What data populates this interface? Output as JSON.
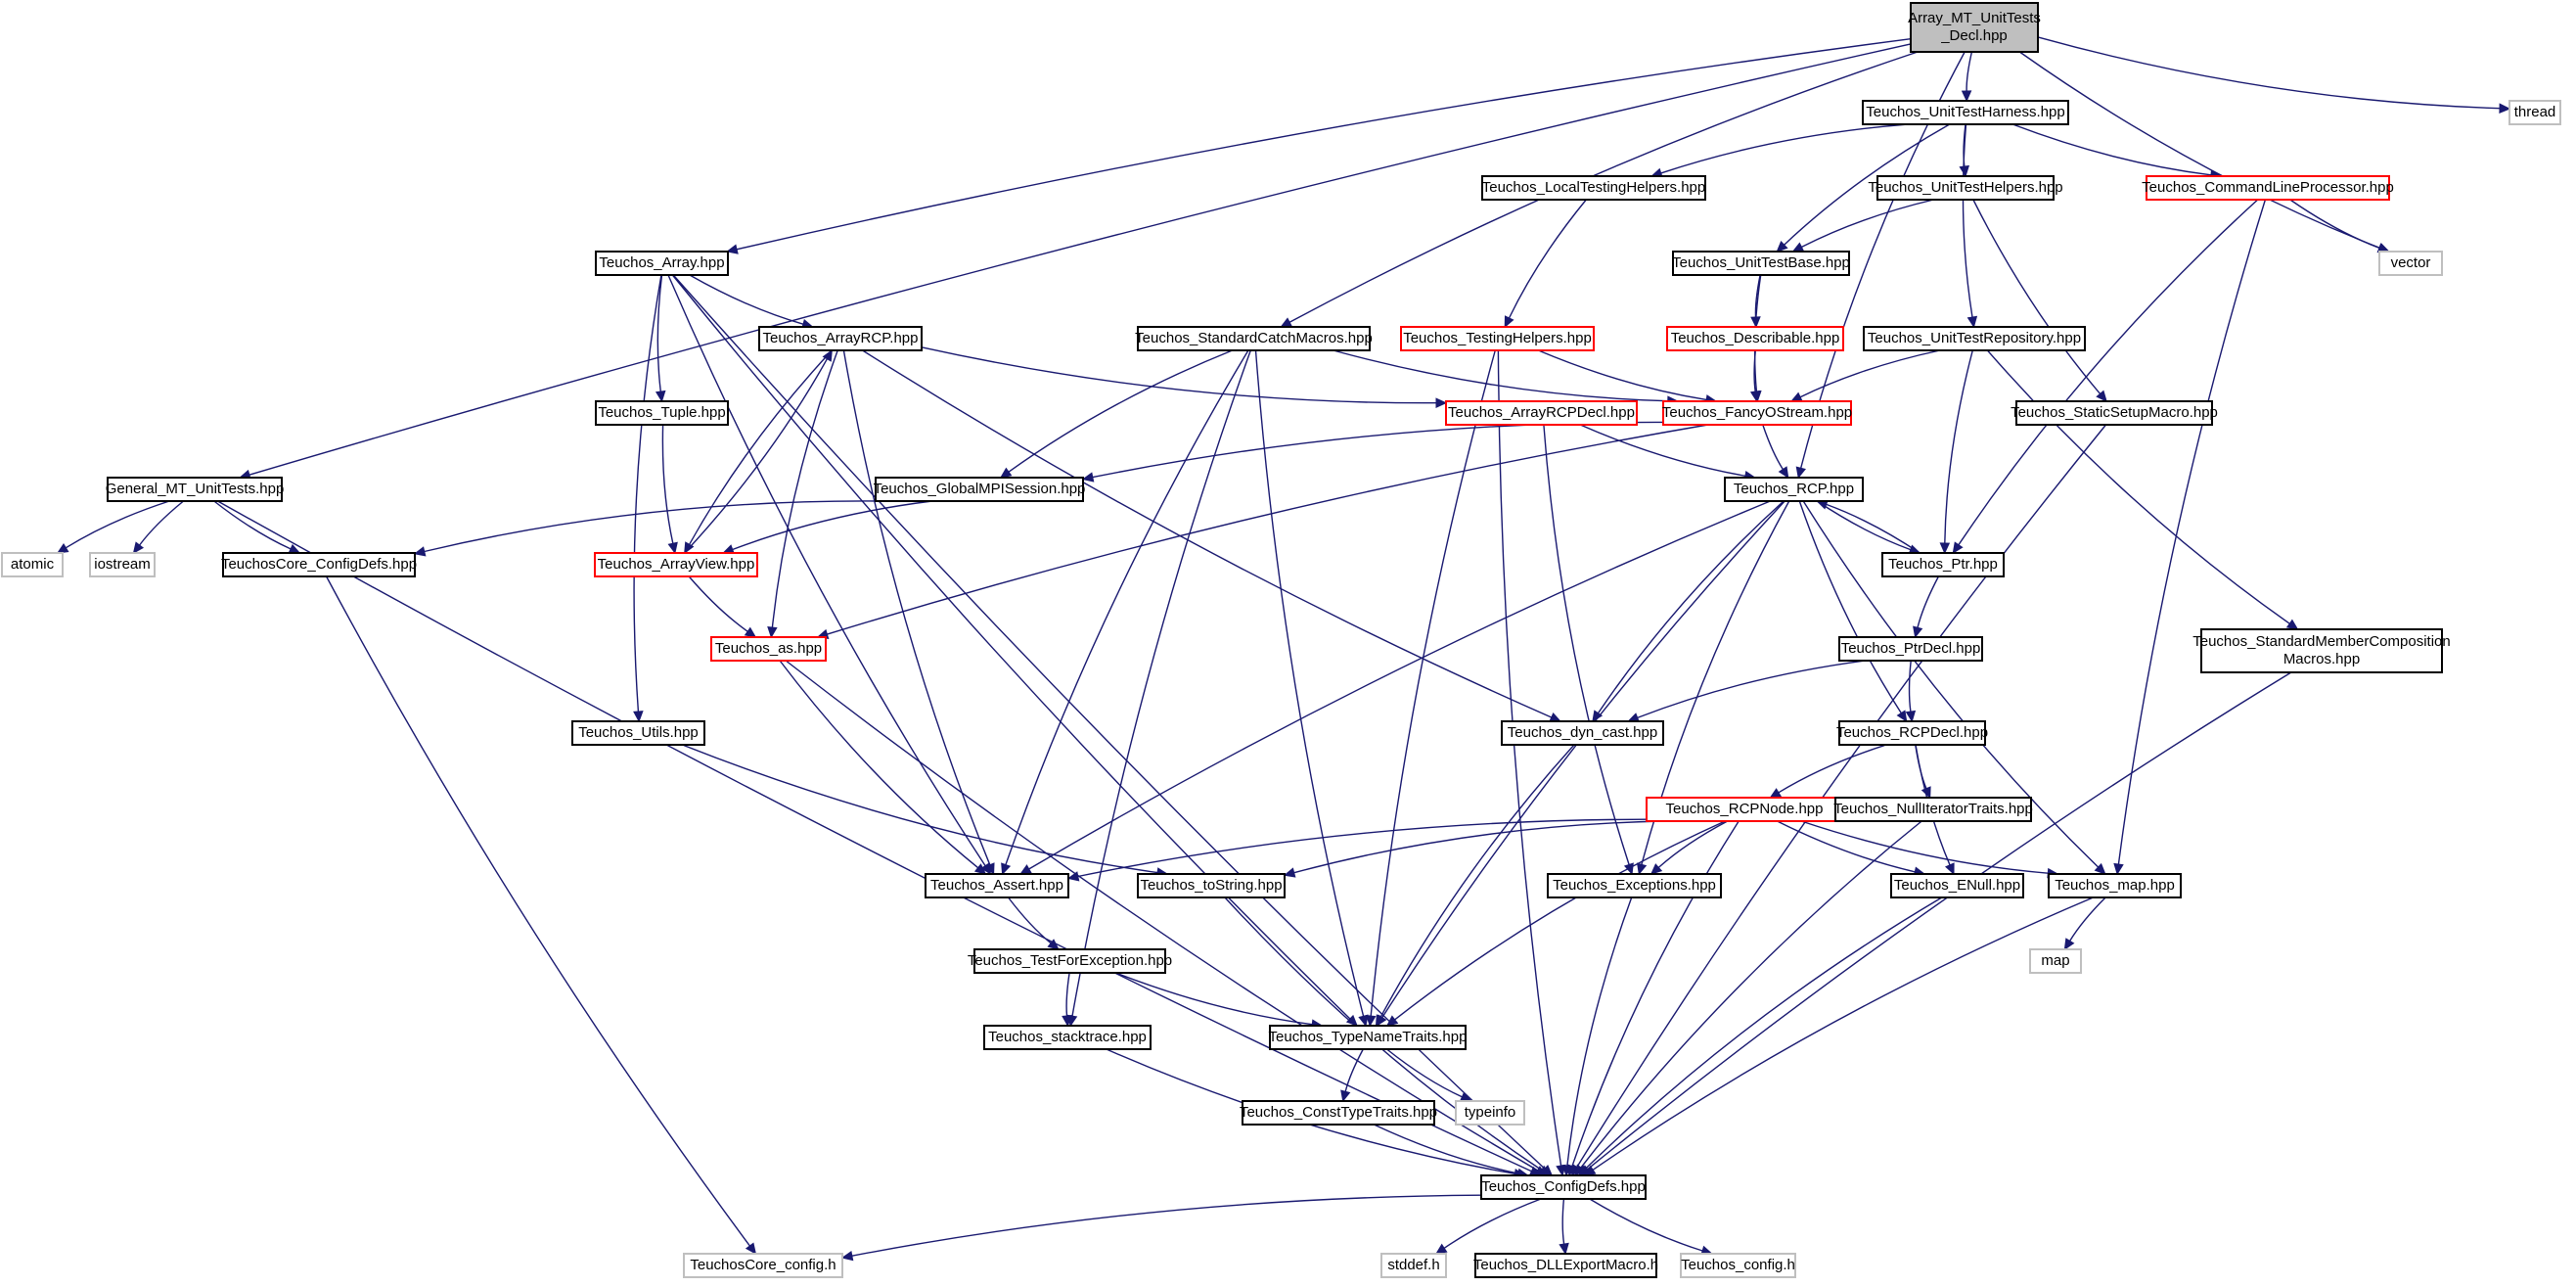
{
  "colors": {
    "edge": "#191970",
    "border_normal": "#000000",
    "border_incomplete": "#ff0000",
    "border_system": "#bfbfbf",
    "fill_root": "#bfbfbf",
    "fill_normal": "#ffffff"
  },
  "nodes": [
    {
      "id": "root",
      "lines": [
        "Array_MT_UnitTests",
        "_Decl.hpp"
      ],
      "style": "root"
    },
    {
      "id": "harness",
      "lines": [
        "Teuchos_UnitTestHarness.hpp"
      ],
      "style": "normal"
    },
    {
      "id": "thread",
      "lines": [
        "thread"
      ],
      "style": "system"
    },
    {
      "id": "localtesting",
      "lines": [
        "Teuchos_LocalTestingHelpers.hpp"
      ],
      "style": "normal"
    },
    {
      "id": "unittesthelpers",
      "lines": [
        "Teuchos_UnitTestHelpers.hpp"
      ],
      "style": "normal"
    },
    {
      "id": "cmdline",
      "lines": [
        "Teuchos_CommandLineProcessor.hpp"
      ],
      "style": "incomplete"
    },
    {
      "id": "vector",
      "lines": [
        "vector"
      ],
      "style": "system"
    },
    {
      "id": "array",
      "lines": [
        "Teuchos_Array.hpp"
      ],
      "style": "normal"
    },
    {
      "id": "unittestbase",
      "lines": [
        "Teuchos_UnitTestBase.hpp"
      ],
      "style": "normal"
    },
    {
      "id": "arrayrcp",
      "lines": [
        "Teuchos_ArrayRCP.hpp"
      ],
      "style": "normal"
    },
    {
      "id": "stdcatch",
      "lines": [
        "Teuchos_StandardCatchMacros.hpp"
      ],
      "style": "normal"
    },
    {
      "id": "testinghelpers",
      "lines": [
        "Teuchos_TestingHelpers.hpp"
      ],
      "style": "incomplete"
    },
    {
      "id": "describable",
      "lines": [
        "Teuchos_Describable.hpp"
      ],
      "style": "incomplete"
    },
    {
      "id": "repository",
      "lines": [
        "Teuchos_UnitTestRepository.hpp"
      ],
      "style": "normal"
    },
    {
      "id": "tuple",
      "lines": [
        "Teuchos_Tuple.hpp"
      ],
      "style": "normal"
    },
    {
      "id": "arrayrcpdecl",
      "lines": [
        "Teuchos_ArrayRCPDecl.hpp"
      ],
      "style": "incomplete"
    },
    {
      "id": "fancy",
      "lines": [
        "Teuchos_FancyOStream.hpp"
      ],
      "style": "incomplete"
    },
    {
      "id": "staticsetup",
      "lines": [
        "Teuchos_StaticSetupMacro.hpp"
      ],
      "style": "normal"
    },
    {
      "id": "general",
      "lines": [
        "General_MT_UnitTests.hpp"
      ],
      "style": "normal"
    },
    {
      "id": "globalmpi",
      "lines": [
        "Teuchos_GlobalMPISession.hpp"
      ],
      "style": "normal"
    },
    {
      "id": "rcp",
      "lines": [
        "Teuchos_RCP.hpp"
      ],
      "style": "normal"
    },
    {
      "id": "atomic",
      "lines": [
        "atomic"
      ],
      "style": "system"
    },
    {
      "id": "iostream",
      "lines": [
        "iostream"
      ],
      "style": "system"
    },
    {
      "id": "coreconfigdefs",
      "lines": [
        "TeuchosCore_ConfigDefs.hpp"
      ],
      "style": "normal"
    },
    {
      "id": "arrayview",
      "lines": [
        "Teuchos_ArrayView.hpp"
      ],
      "style": "incomplete"
    },
    {
      "id": "ptr",
      "lines": [
        "Teuchos_Ptr.hpp"
      ],
      "style": "normal"
    },
    {
      "id": "stdmember",
      "lines": [
        "Teuchos_StandardMemberComposition",
        "Macros.hpp"
      ],
      "style": "normal"
    },
    {
      "id": "as",
      "lines": [
        "Teuchos_as.hpp"
      ],
      "style": "incomplete"
    },
    {
      "id": "ptrdecl",
      "lines": [
        "Teuchos_PtrDecl.hpp"
      ],
      "style": "normal"
    },
    {
      "id": "utils",
      "lines": [
        "Teuchos_Utils.hpp"
      ],
      "style": "normal"
    },
    {
      "id": "dyncast",
      "lines": [
        "Teuchos_dyn_cast.hpp"
      ],
      "style": "normal"
    },
    {
      "id": "rcpdecl",
      "lines": [
        "Teuchos_RCPDecl.hpp"
      ],
      "style": "normal"
    },
    {
      "id": "rcpnode",
      "lines": [
        "Teuchos_RCPNode.hpp"
      ],
      "style": "incomplete"
    },
    {
      "id": "nulliter",
      "lines": [
        "Teuchos_NullIteratorTraits.hpp"
      ],
      "style": "normal"
    },
    {
      "id": "assert",
      "lines": [
        "Teuchos_Assert.hpp"
      ],
      "style": "normal"
    },
    {
      "id": "tostring",
      "lines": [
        "Teuchos_toString.hpp"
      ],
      "style": "normal"
    },
    {
      "id": "exceptions",
      "lines": [
        "Teuchos_Exceptions.hpp"
      ],
      "style": "normal"
    },
    {
      "id": "enull",
      "lines": [
        "Teuchos_ENull.hpp"
      ],
      "style": "normal"
    },
    {
      "id": "map",
      "lines": [
        "Teuchos_map.hpp"
      ],
      "style": "normal"
    },
    {
      "id": "testforexc",
      "lines": [
        "Teuchos_TestForException.hpp"
      ],
      "style": "normal"
    },
    {
      "id": "mapsys",
      "lines": [
        "map"
      ],
      "style": "system"
    },
    {
      "id": "stacktrace",
      "lines": [
        "Teuchos_stacktrace.hpp"
      ],
      "style": "normal"
    },
    {
      "id": "typename",
      "lines": [
        "Teuchos_TypeNameTraits.hpp"
      ],
      "style": "normal"
    },
    {
      "id": "consttype",
      "lines": [
        "Teuchos_ConstTypeTraits.hpp"
      ],
      "style": "normal"
    },
    {
      "id": "typeinfo",
      "lines": [
        "typeinfo"
      ],
      "style": "system"
    },
    {
      "id": "configdefs",
      "lines": [
        "Teuchos_ConfigDefs.hpp"
      ],
      "style": "normal"
    },
    {
      "id": "coreconfig",
      "lines": [
        "TeuchosCore_config.h"
      ],
      "style": "system"
    },
    {
      "id": "stddef",
      "lines": [
        "stddef.h"
      ],
      "style": "system"
    },
    {
      "id": "dllexport",
      "lines": [
        "Teuchos_DLLExportMacro.h"
      ],
      "style": "normal"
    },
    {
      "id": "config",
      "lines": [
        "Teuchos_config.h"
      ],
      "style": "system"
    }
  ],
  "edges": [
    [
      "root",
      "harness"
    ],
    [
      "root",
      "thread"
    ],
    [
      "root",
      "vector"
    ],
    [
      "root",
      "array"
    ],
    [
      "root",
      "stdcatch"
    ],
    [
      "root",
      "general"
    ],
    [
      "root",
      "rcp"
    ],
    [
      "harness",
      "localtesting"
    ],
    [
      "harness",
      "unittesthelpers"
    ],
    [
      "harness",
      "cmdline"
    ],
    [
      "harness",
      "unittestbase"
    ],
    [
      "harness",
      "repository"
    ],
    [
      "localtesting",
      "testinghelpers"
    ],
    [
      "unittesthelpers",
      "unittestbase"
    ],
    [
      "unittesthelpers",
      "staticsetup"
    ],
    [
      "cmdline",
      "vector"
    ],
    [
      "cmdline",
      "ptr"
    ],
    [
      "cmdline",
      "map"
    ],
    [
      "array",
      "arrayrcp"
    ],
    [
      "array",
      "tuple"
    ],
    [
      "array",
      "utils"
    ],
    [
      "array",
      "assert"
    ],
    [
      "array",
      "typename"
    ],
    [
      "array",
      "configdefs"
    ],
    [
      "unittestbase",
      "describable"
    ],
    [
      "unittestbase",
      "fancy"
    ],
    [
      "arrayrcp",
      "arrayrcpdecl"
    ],
    [
      "arrayrcp",
      "arrayview"
    ],
    [
      "arrayrcp",
      "as"
    ],
    [
      "arrayrcp",
      "assert"
    ],
    [
      "arrayrcp",
      "dyncast"
    ],
    [
      "stdcatch",
      "globalmpi"
    ],
    [
      "stdcatch",
      "fancy"
    ],
    [
      "stdcatch",
      "assert"
    ],
    [
      "stdcatch",
      "stacktrace"
    ],
    [
      "stdcatch",
      "typename"
    ],
    [
      "testinghelpers",
      "fancy"
    ],
    [
      "testinghelpers",
      "typename"
    ],
    [
      "testinghelpers",
      "configdefs"
    ],
    [
      "describable",
      "fancy"
    ],
    [
      "repository",
      "fancy"
    ],
    [
      "repository",
      "ptr"
    ],
    [
      "repository",
      "stdmember"
    ],
    [
      "tuple",
      "arrayview"
    ],
    [
      "arrayrcpdecl",
      "rcp"
    ],
    [
      "arrayrcpdecl",
      "exceptions"
    ],
    [
      "fancy",
      "rcp"
    ],
    [
      "fancy",
      "globalmpi"
    ],
    [
      "fancy",
      "as"
    ],
    [
      "staticsetup",
      "configdefs"
    ],
    [
      "general",
      "atomic"
    ],
    [
      "general",
      "iostream"
    ],
    [
      "general",
      "coreconfigdefs"
    ],
    [
      "general",
      "configdefs"
    ],
    [
      "globalmpi",
      "coreconfigdefs"
    ],
    [
      "globalmpi",
      "arrayview"
    ],
    [
      "rcp",
      "ptr"
    ],
    [
      "rcp",
      "dyncast"
    ],
    [
      "rcp",
      "rcpdecl"
    ],
    [
      "rcp",
      "assert"
    ],
    [
      "rcp",
      "exceptions"
    ],
    [
      "rcp",
      "map"
    ],
    [
      "rcp",
      "typename"
    ],
    [
      "coreconfigdefs",
      "coreconfig"
    ],
    [
      "arrayview",
      "arrayrcp"
    ],
    [
      "arrayview",
      "as"
    ],
    [
      "ptr",
      "rcp"
    ],
    [
      "ptr",
      "ptrdecl"
    ],
    [
      "stdmember",
      "configdefs"
    ],
    [
      "as",
      "assert"
    ],
    [
      "as",
      "configdefs"
    ],
    [
      "ptrdecl",
      "dyncast"
    ],
    [
      "ptrdecl",
      "rcpdecl"
    ],
    [
      "utils",
      "tostring"
    ],
    [
      "dyncast",
      "typename"
    ],
    [
      "rcpdecl",
      "rcpnode"
    ],
    [
      "rcpdecl",
      "nulliter"
    ],
    [
      "rcpdecl",
      "enull"
    ],
    [
      "rcpnode",
      "assert"
    ],
    [
      "rcpnode",
      "tostring"
    ],
    [
      "rcpnode",
      "exceptions"
    ],
    [
      "rcpnode",
      "enull"
    ],
    [
      "rcpnode",
      "map"
    ],
    [
      "rcpnode",
      "typename"
    ],
    [
      "rcpnode",
      "configdefs"
    ],
    [
      "nulliter",
      "configdefs"
    ],
    [
      "assert",
      "testforexc"
    ],
    [
      "tostring",
      "configdefs"
    ],
    [
      "exceptions",
      "configdefs"
    ],
    [
      "enull",
      "configdefs"
    ],
    [
      "map",
      "mapsys"
    ],
    [
      "map",
      "configdefs"
    ],
    [
      "testforexc",
      "stacktrace"
    ],
    [
      "testforexc",
      "typename"
    ],
    [
      "stacktrace",
      "configdefs"
    ],
    [
      "typename",
      "consttype"
    ],
    [
      "typename",
      "typeinfo"
    ],
    [
      "consttype",
      "configdefs"
    ],
    [
      "configdefs",
      "coreconfig"
    ],
    [
      "configdefs",
      "stddef"
    ],
    [
      "configdefs",
      "dllexport"
    ],
    [
      "configdefs",
      "config"
    ]
  ]
}
